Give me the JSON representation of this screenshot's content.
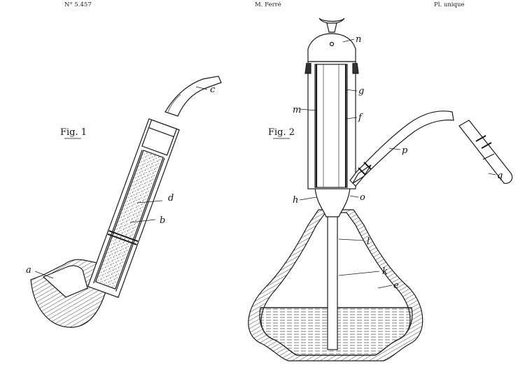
{
  "header": {
    "patent_number": "N° 5.457",
    "inventor": "M. Ferré",
    "plate": "Pl. unique"
  },
  "figures": {
    "fig1": {
      "caption": "Fig. 1",
      "labels": {
        "a": "a",
        "b": "b",
        "c": "c",
        "d": "d"
      }
    },
    "fig2": {
      "caption": "Fig. 2",
      "labels": {
        "n": "n",
        "g": "g",
        "m": "m",
        "f": "f",
        "p": "p",
        "q": "q",
        "o": "o",
        "h": "h",
        "l": "l",
        "k": "k",
        "e": "e"
      }
    }
  }
}
